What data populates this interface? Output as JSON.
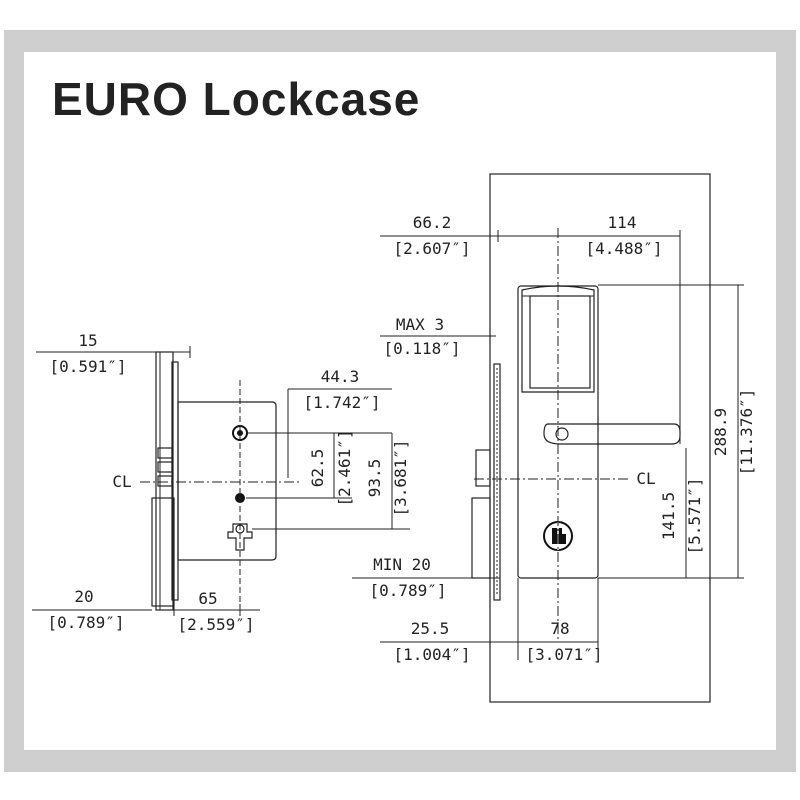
{
  "title": "EURO Lockcase",
  "labels": {
    "left_top_mm": "15",
    "left_top_in": "[0.591″]",
    "cl_left": "CL",
    "left_bottom_mm": "20",
    "left_bottom_in": "[0.789″]",
    "backset_mm": "65",
    "backset_in": "[2.559″]",
    "spacing1_mm": "44.3",
    "spacing1_in": "[1.742″]",
    "spacing2_mm": "62.5",
    "spacing2_in": "[2.461″]",
    "spacing3_mm": "93.5",
    "spacing3_in": "[3.681″]",
    "door_left_mm": "66.2",
    "door_left_in": "[2.607″]",
    "lever_len_mm": "114",
    "lever_len_in": "[4.488″]",
    "max_mm": "MAX 3",
    "max_in": "[0.118″]",
    "height_mm": "288.9",
    "height_in": "[11.376″]",
    "cl_right": "CL",
    "cl_height_mm": "141.5",
    "cl_height_in": "[5.571″]",
    "min_mm": "MIN 20",
    "min_in": "[0.789″]",
    "bottom_left_mm": "25.5",
    "bottom_left_in": "[1.004″]",
    "plate_width_mm": "78",
    "plate_width_in": "[3.071″]"
  }
}
